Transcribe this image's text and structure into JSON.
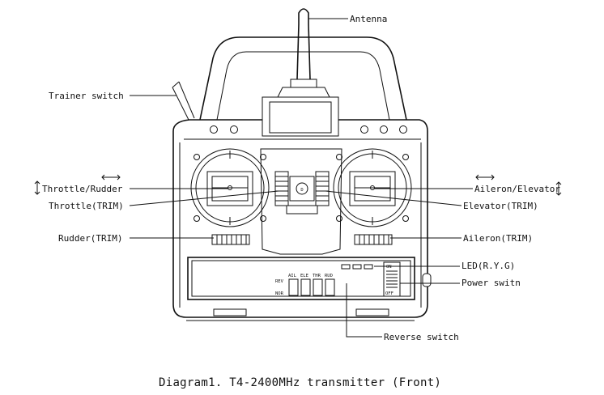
{
  "labels": {
    "antenna": "Antenna",
    "trainer_switch": "Trainer switch",
    "throttle_rudder": "Throttle/Rudder",
    "throttle_trim": "Throttle(TRIM)",
    "rudder_trim": "Rudder(TRIM)",
    "aileron_elevator": "Aileron/Elevator",
    "elevator_trim": "Elevator(TRIM)",
    "aileron_trim": "Aileron(TRIM)",
    "led": "LED(R.Y.G)",
    "power_switch": "Power switn",
    "reverse_switch": "Reverse switch"
  },
  "panel": {
    "channels": [
      "AIL",
      "ELE",
      "THR",
      "RUD"
    ],
    "rev_label": "REV",
    "nor_label": "NOR",
    "power_on": "ON",
    "power_off": "OFF",
    "center_button": "D"
  },
  "caption": "Diagram1. T4-2400MHz transmitter (Front)"
}
